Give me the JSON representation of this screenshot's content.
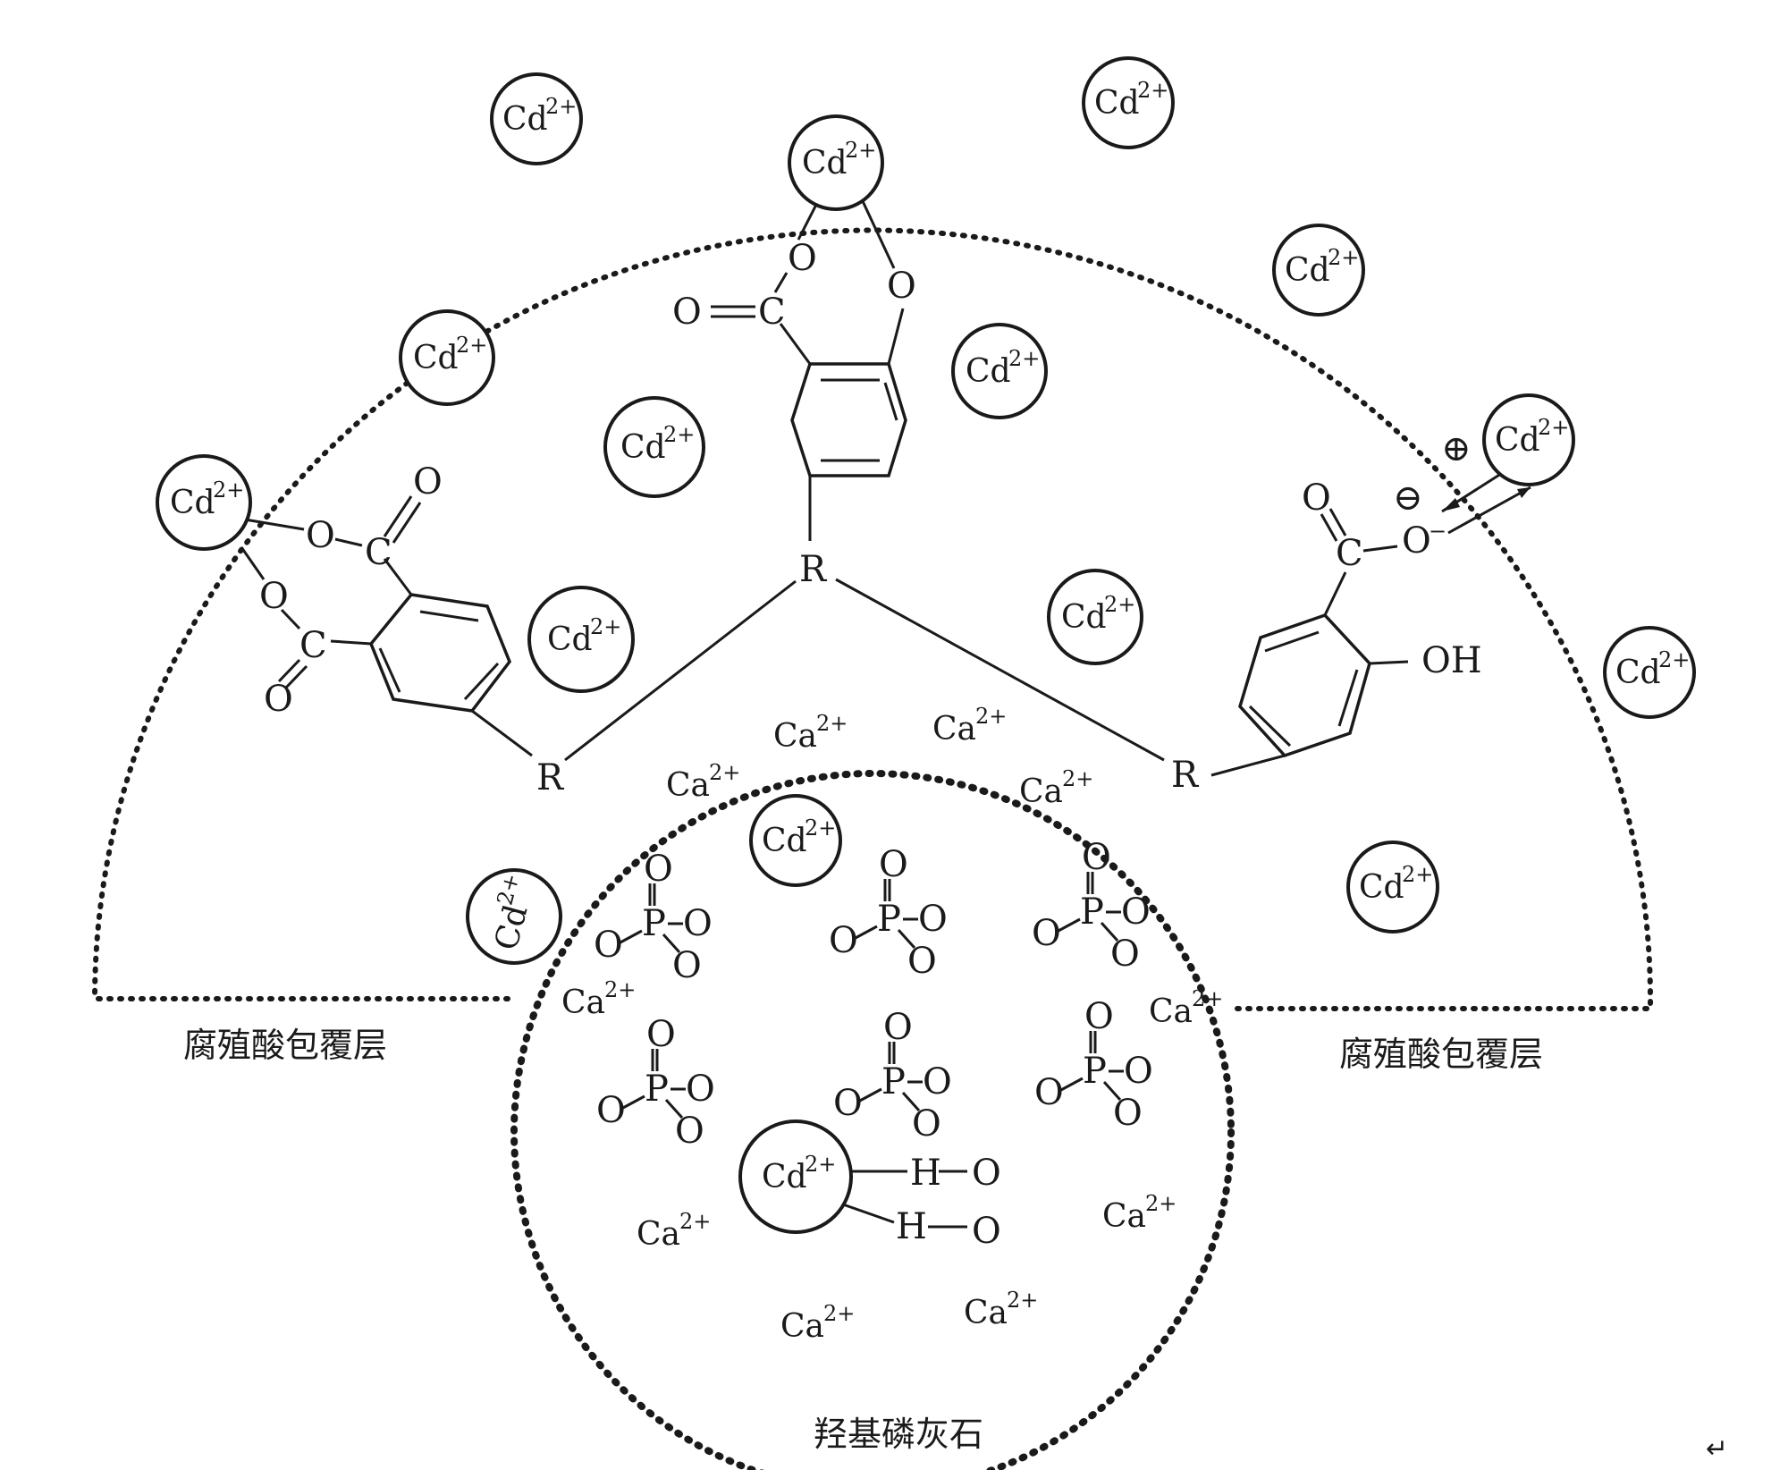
{
  "labels": {
    "coating_left": "腐殖酸包覆层",
    "coating_right": "腐殖酸包覆层",
    "core": "羟基磷灰石",
    "corner_mark": "↵"
  },
  "ions": {
    "cd_base": "Cd",
    "cd_charge": "2+",
    "ca_base": "Ca",
    "ca_charge": "2+"
  },
  "atoms": {
    "oxygen": "O",
    "carbon": "C",
    "phosphorus": "P",
    "hydrogen": "H",
    "r_group": "R",
    "hydroxyl": "OH",
    "o_minus": "O",
    "minus": "−"
  },
  "charges": {
    "plus": "⊕",
    "minus": "⊖"
  },
  "colors": {
    "ink": "#1a1a1a",
    "background": "#ffffff"
  }
}
